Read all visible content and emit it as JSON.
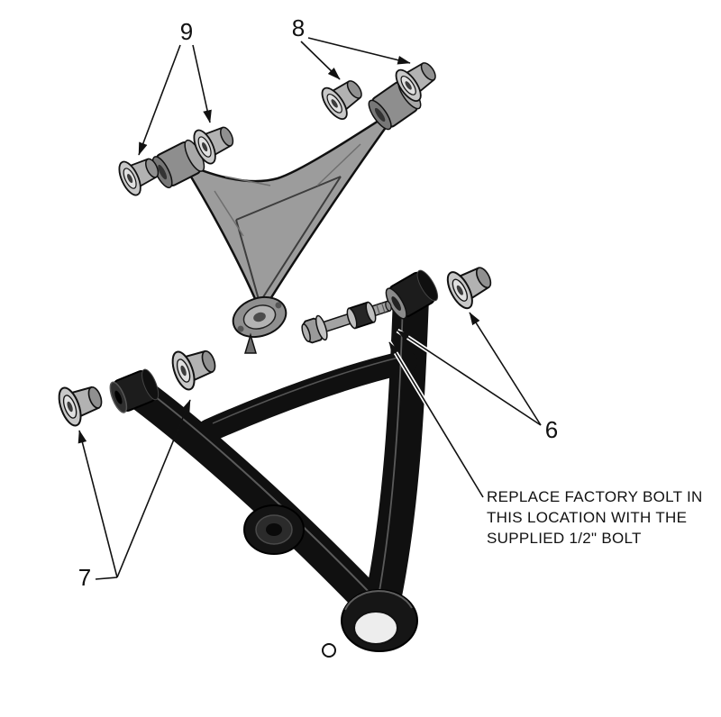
{
  "callouts": {
    "c9": "9",
    "c8": "8",
    "c6": "6",
    "c7": "7"
  },
  "annotation": {
    "lines": [
      "REPLACE FACTORY BOLT IN",
      "THIS LOCATION WITH THE",
      "SUPPLIED 1/2\" BOLT"
    ]
  },
  "colors": {
    "background": "#ffffff",
    "upper_arm": "#9c9c9c",
    "lower_arm": "#101010",
    "bushing_body": "#b2b2b2",
    "bushing_flange": "#c8c8c8",
    "line": "#111111"
  }
}
